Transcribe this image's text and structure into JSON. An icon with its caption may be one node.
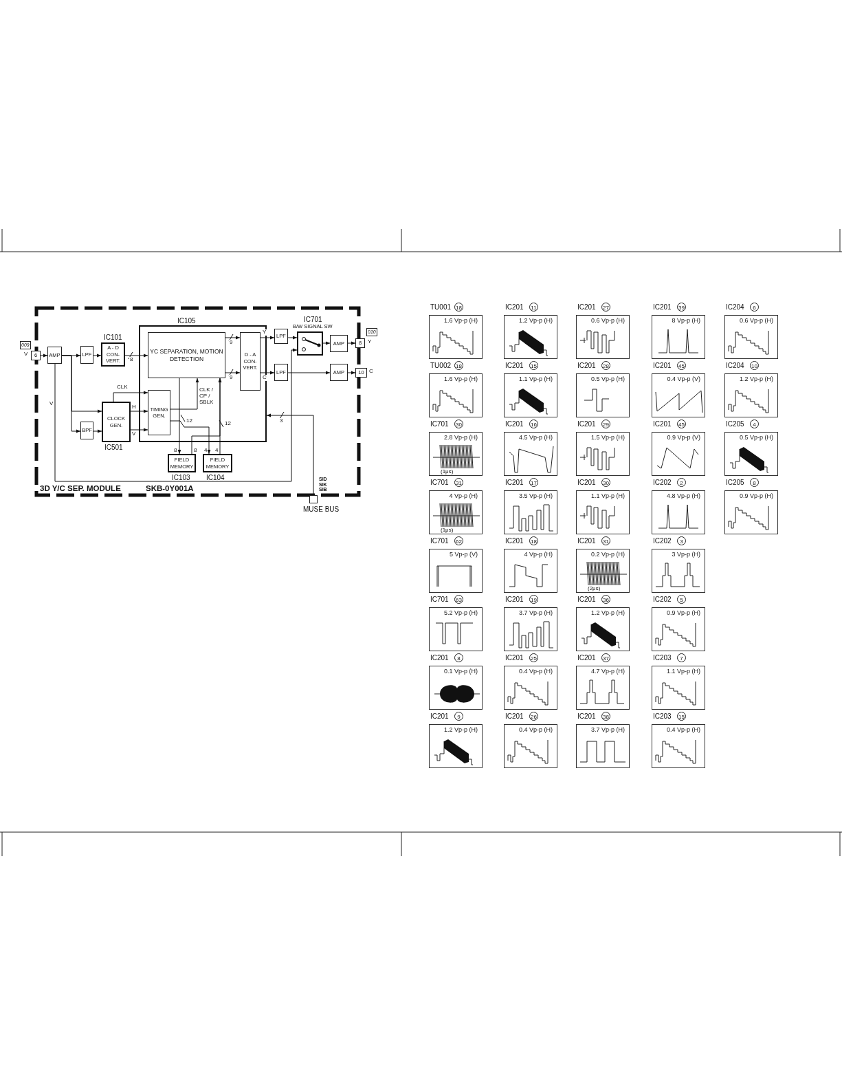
{
  "diagram": {
    "nodes": [
      {
        "text": [
          "3D Y/C SEP. MODULE",
          "SKB-0Y001A"
        ]
      },
      {
        "text": [
          "6"
        ],
        "beside": [
          "009",
          "V"
        ]
      },
      {
        "text": [
          "AMP"
        ],
        "in": 0
      },
      {
        "text": [
          "LPF"
        ],
        "in": 0
      },
      {
        "text": [
          "IC101",
          "A - D CON- VERT."
        ],
        "in": 0
      },
      {
        "text": [
          "IC105"
        ],
        "in": 0
      },
      {
        "text": [
          "YC SEPARATION, MOTION DETECTION"
        ],
        "in": 5
      },
      {
        "text": [
          "D - A CON- VERT."
        ],
        "in": 5
      },
      {
        "text": [
          "TIMING GEN."
        ],
        "in": 5
      },
      {
        "text": [
          "CLOCK GEN.",
          "IC501"
        ],
        "in": 0
      },
      {
        "text": [
          "BPF"
        ],
        "in": 0
      },
      {
        "text": [
          "FIELD MEMORY",
          "IC103"
        ],
        "in": 0
      },
      {
        "text": [
          "FIELD MEMORY",
          "IC104"
        ],
        "in": 0
      },
      {
        "text": [
          "LPF"
        ],
        "in": 0
      },
      {
        "text": [
          "LPF"
        ],
        "in": 0
      },
      {
        "text": [
          "IC701",
          "B/W SIGNAL SW"
        ],
        "in": 0
      },
      {
        "text": [
          "AMP"
        ],
        "in": 0
      },
      {
        "text": [
          "AMP"
        ],
        "in": 0
      },
      {
        "text": [
          "8"
        ],
        "beside": [
          "010",
          "Y"
        ]
      },
      {
        "text": [
          "10"
        ],
        "beside": [
          "C"
        ]
      },
      {
        "text": [
          "MUSE BUS"
        ]
      },
      {
        "text": [
          "TU001",
          "18",
          "1.6 Vp-p (H)"
        ]
      },
      {
        "text": [
          "IC201",
          "11",
          "1.2 Vp-p (H)"
        ]
      },
      {
        "text": [
          "IC201",
          "27",
          "0.6 Vp-p (H)"
        ]
      },
      {
        "text": [
          "IC201",
          "39",
          "8 Vp-p (H)"
        ]
      },
      {
        "text": [
          "IC204",
          "6",
          "0.6 Vp-p (H)"
        ]
      },
      {
        "text": [
          "TU002",
          "18",
          "1.6 Vp-p (H)"
        ]
      },
      {
        "text": [
          "IC201",
          "15",
          "1.1 Vp-p (H)"
        ]
      },
      {
        "text": [
          "IC201",
          "28",
          "0.5 Vp-p (H)"
        ]
      },
      {
        "text": [
          "IC201",
          "45",
          "0.4 Vp-p (V)"
        ]
      },
      {
        "text": [
          "IC204",
          "10",
          "1.2 Vp-p (H)"
        ]
      },
      {
        "text": [
          "IC701",
          "30",
          "2.8 Vp-p (H)",
          "(1μs)"
        ]
      },
      {
        "text": [
          "IC201",
          "16",
          "4.5 Vp-p (H)"
        ]
      },
      {
        "text": [
          "IC201",
          "29",
          "1.5 Vp-p (H)"
        ]
      },
      {
        "text": [
          "IC201",
          "45",
          "0.9 Vp-p (V)"
        ]
      },
      {
        "text": [
          "IC205",
          "4",
          "0.5 Vp-p (H)"
        ]
      },
      {
        "text": [
          "IC701",
          "31",
          "4 Vp-p (H)",
          "(1μs)"
        ]
      },
      {
        "text": [
          "IC201",
          "17",
          "3.5 Vp-p (H)"
        ]
      },
      {
        "text": [
          "IC201",
          "30",
          "1.1 Vp-p (H)"
        ]
      },
      {
        "text": [
          "IC202",
          "2",
          "4.8 Vp-p (H)"
        ]
      },
      {
        "text": [
          "IC205",
          "8",
          "0.9 Vp-p (H)"
        ]
      },
      {
        "text": [
          "IC701",
          "62",
          "5 Vp-p (V)"
        ]
      },
      {
        "text": [
          "IC201",
          "18",
          "4 Vp-p (H)"
        ]
      },
      {
        "text": [
          "IC201",
          "31",
          "0.2 Vp-p (H)",
          "(2μs)"
        ]
      },
      {
        "text": [
          "IC202",
          "3",
          "3 Vp-p (H)"
        ]
      },
      {
        "text": [
          "IC701",
          "63",
          "5.2 Vp-p (H)"
        ]
      },
      {
        "text": [
          "IC201",
          "19",
          "3.7 Vp-p (H)"
        ]
      },
      {
        "text": [
          "IC201",
          "36",
          "1.2 Vp-p (H)"
        ]
      },
      {
        "text": [
          "IC202",
          "5",
          "0.9 Vp-p (H)"
        ]
      },
      {
        "text": [
          "IC201",
          "8",
          "0.1 Vp-p (H)"
        ]
      },
      {
        "text": [
          "IC201",
          "25",
          "0.4 Vp-p (H)"
        ]
      },
      {
        "text": [
          "IC201",
          "37",
          "4.7 Vp-p (H)"
        ]
      },
      {
        "text": [
          "IC203",
          "7",
          "1.1 Vp-p (H)"
        ]
      },
      {
        "text": [
          "IC201",
          "9",
          "1.2 Vp-p (H)"
        ]
      },
      {
        "text": [
          "IC201",
          "26",
          "0.4 Vp-p (H)"
        ]
      },
      {
        "text": [
          "IC201",
          "38",
          "3.7 Vp-p (H)"
        ]
      },
      {
        "text": [
          "IC203",
          "15",
          "0.4 Vp-p (H)"
        ]
      }
    ],
    "edges": [
      {
        "from": 1,
        "to": 2,
        "arrow": "to"
      },
      {
        "from": 2,
        "to": 3,
        "arrow": "to"
      },
      {
        "from": 2,
        "to": 9,
        "arrow": "to"
      },
      {
        "from": 2,
        "to": 10,
        "arrow": "to"
      },
      {
        "from": 3,
        "to": 4,
        "arrow": "to"
      },
      {
        "from": 4,
        "to": 6,
        "arrow": "to",
        "label": "8"
      },
      {
        "from": 10,
        "to": 9,
        "arrow": "to"
      },
      {
        "from": 9,
        "to": 8,
        "arrow": "to",
        "label": "CLK"
      },
      {
        "from": 9,
        "to": 8,
        "arrow": "to",
        "label": "H"
      },
      {
        "from": 9,
        "to": 8,
        "arrow": "to",
        "label": "V"
      },
      {
        "from": 6,
        "to": 7,
        "arrow": "to",
        "label": "9"
      },
      {
        "from": 6,
        "to": 7,
        "arrow": "to",
        "label": "9"
      },
      {
        "from": 7,
        "to": 13,
        "arrow": "to",
        "label": "Y"
      },
      {
        "from": 7,
        "to": 14,
        "arrow": "to",
        "label": "C"
      },
      {
        "from": 13,
        "to": 15,
        "arrow": "to"
      },
      {
        "from": 15,
        "to": 16,
        "arrow": "to"
      },
      {
        "from": 16,
        "to": 18,
        "arrow": "to"
      },
      {
        "from": 14,
        "to": 17,
        "arrow": "to"
      },
      {
        "from": 17,
        "to": 19,
        "arrow": "to"
      },
      {
        "from": 8,
        "to": 6,
        "arrow": "to",
        "label": "CLK / CP / SBLK"
      },
      {
        "from": 6,
        "to": 11,
        "arrow": "to",
        "label": "8"
      },
      {
        "from": 11,
        "to": 6,
        "arrow": "to",
        "label": "8"
      },
      {
        "from": 8,
        "to": 12,
        "arrow": "to",
        "label": "4"
      },
      {
        "from": 12,
        "to": 6,
        "arrow": "to",
        "label": "4"
      },
      {
        "from": 20,
        "to": 5,
        "arrow": "to",
        "label": "3"
      },
      {
        "from": 2,
        "to": 15,
        "arrow": "to",
        "label": "V"
      }
    ],
    "labels": [
      "12",
      "12",
      "SID SIK SIB"
    ]
  }
}
